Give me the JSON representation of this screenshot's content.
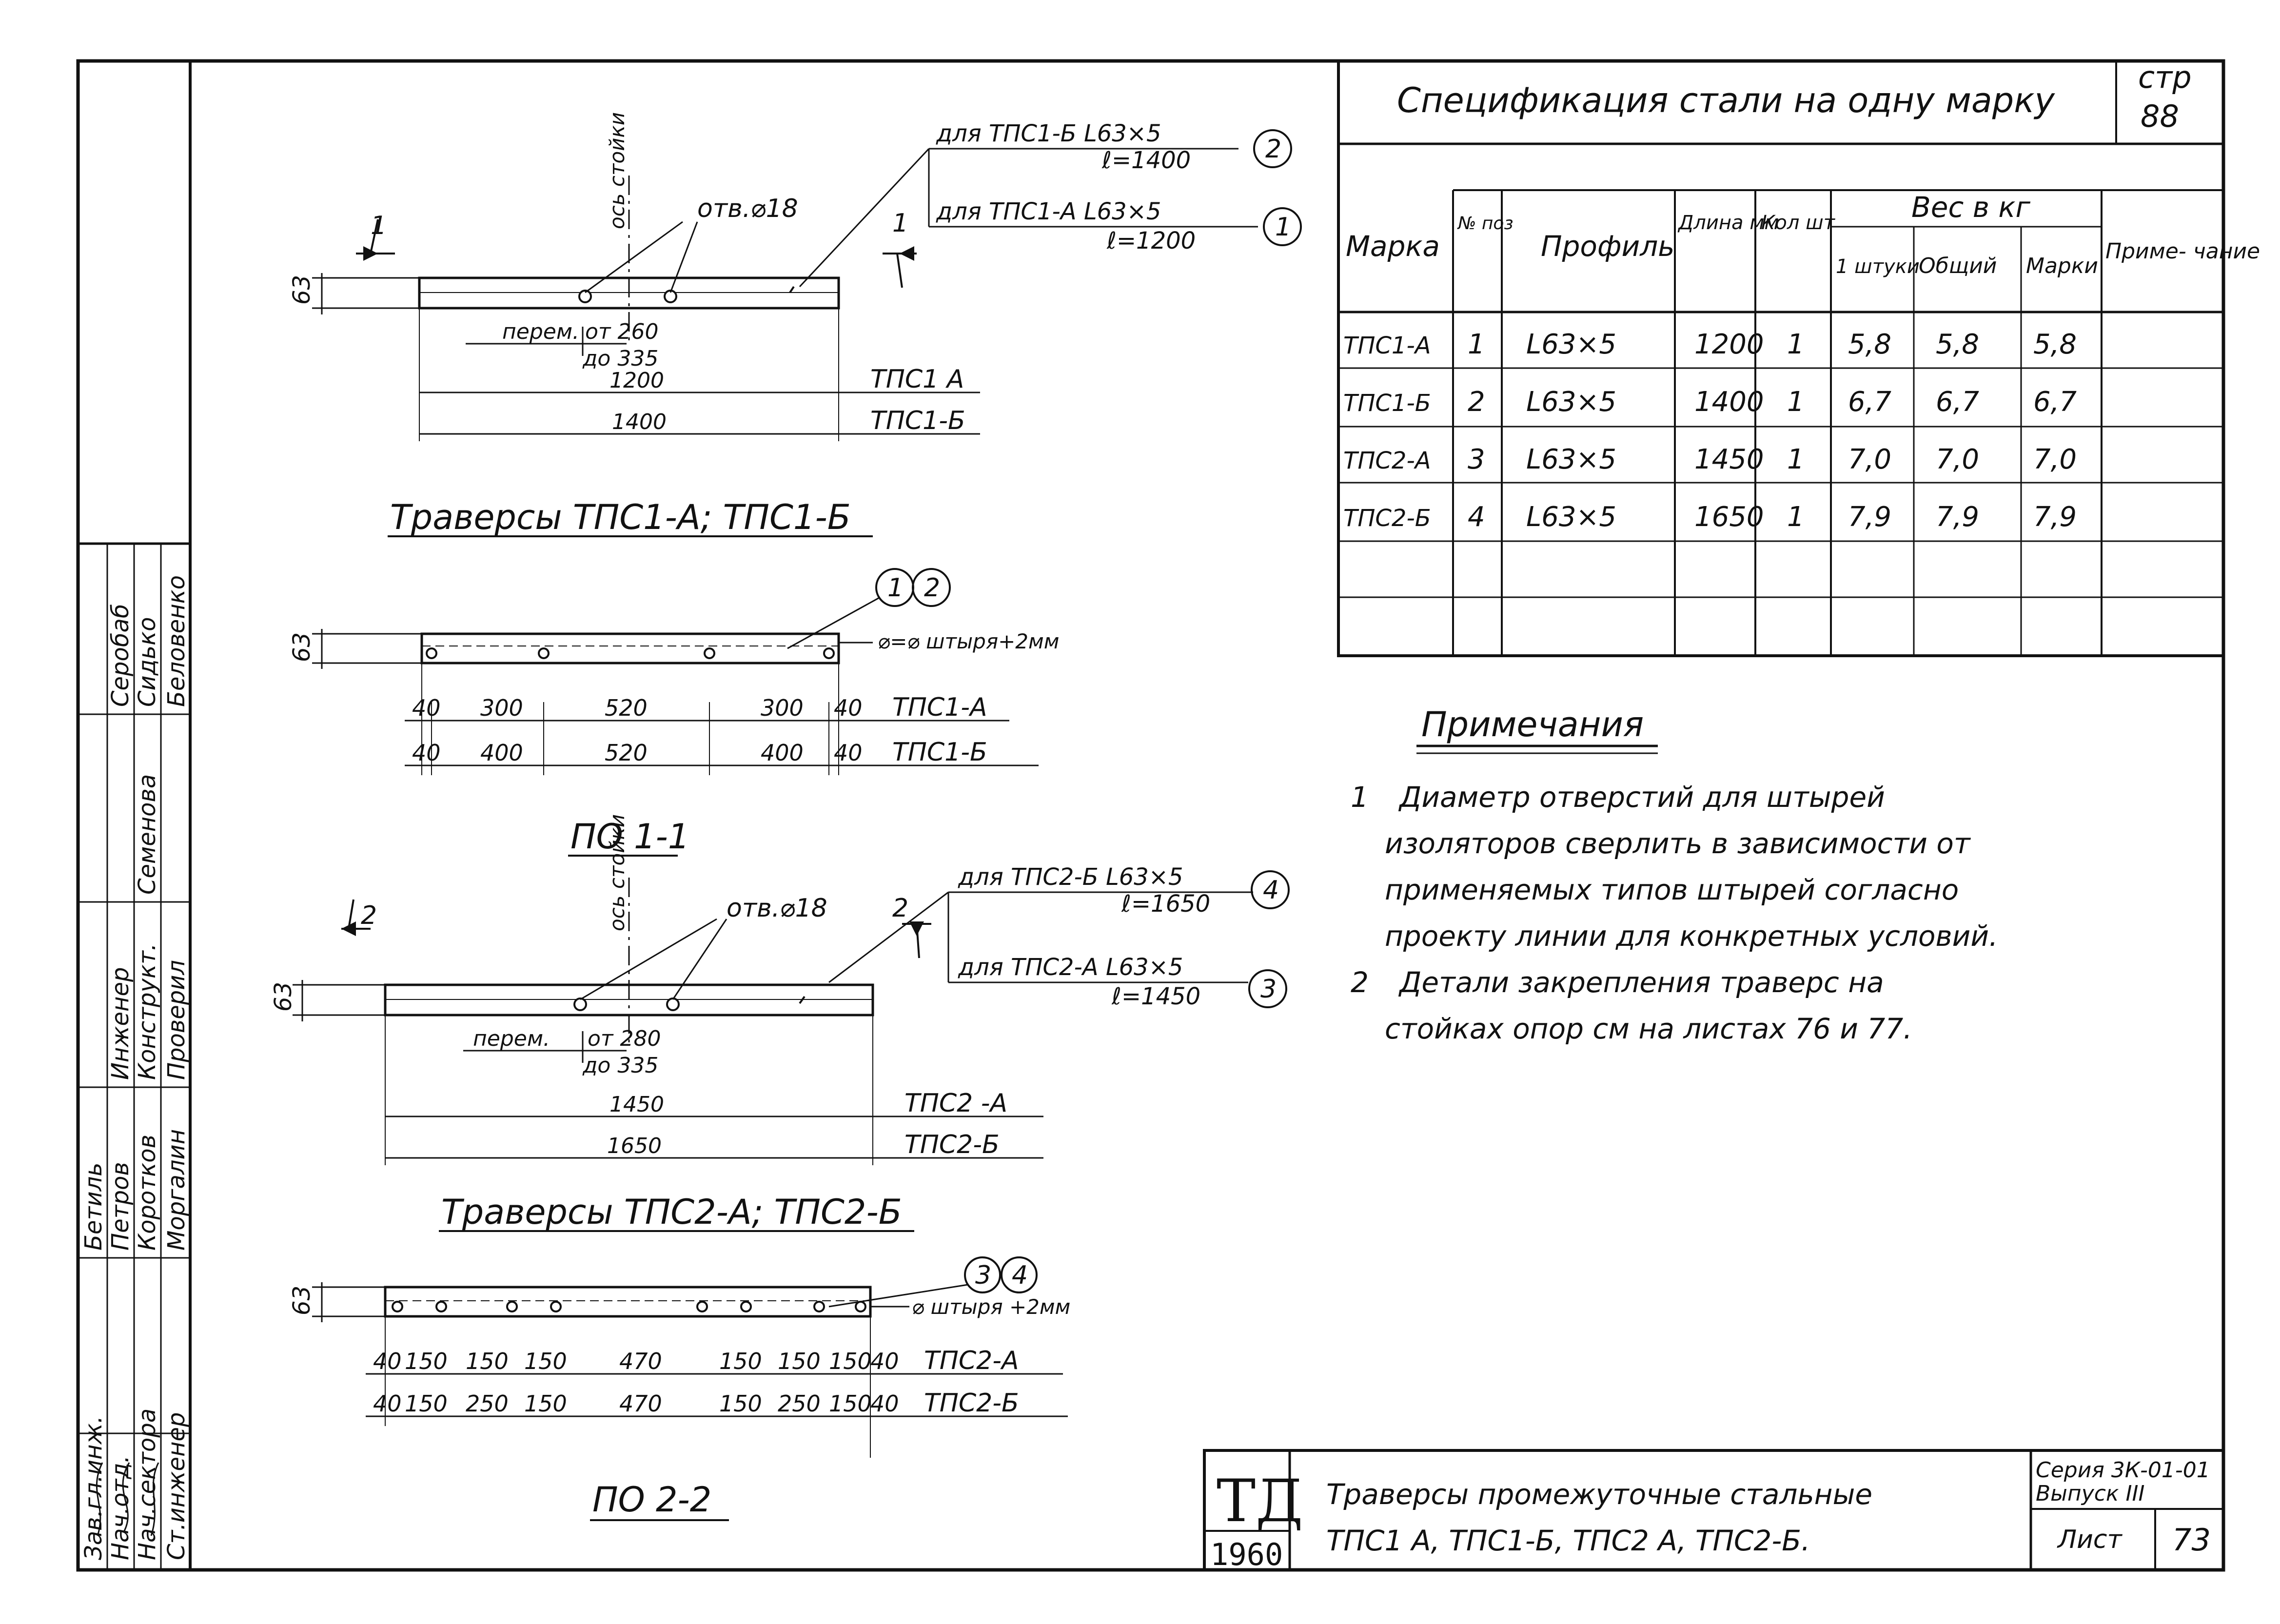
{
  "spec": {
    "title": "Спецификация стали на одну марку",
    "page_label": "стр",
    "page_number": "88",
    "headers": {
      "mark": "Марка",
      "pos": "№ поз",
      "profile": "Профиль",
      "length": "Длина мм",
      "qty": "Кол шт",
      "weight": "Вес в кг",
      "one": "1 штуки",
      "total": "Общий",
      "per_mark": "Марки",
      "note": "Приме- чание"
    },
    "rows": [
      {
        "mark": "ТПС1-А",
        "pos": "1",
        "profile": "L63×5",
        "length": "1200",
        "qty": "1",
        "one": "5,8",
        "total": "5,8",
        "per_mark": "5,8"
      },
      {
        "mark": "ТПС1-Б",
        "pos": "2",
        "profile": "L63×5",
        "length": "1400",
        "qty": "1",
        "one": "6,7",
        "total": "6,7",
        "per_mark": "6,7"
      },
      {
        "mark": "ТПС2-А",
        "pos": "3",
        "profile": "L63×5",
        "length": "1450",
        "qty": "1",
        "one": "7,0",
        "total": "7,0",
        "per_mark": "7,0"
      },
      {
        "mark": "ТПС2-Б",
        "pos": "4",
        "profile": "L63×5",
        "length": "1650",
        "qty": "1",
        "one": "7,9",
        "total": "7,9",
        "per_mark": "7,9"
      }
    ]
  },
  "notes": {
    "title": "Примечания",
    "items": [
      {
        "num": "1",
        "lines": [
          "Диаметр отверстий для штырей",
          "изоляторов сверлить в зависимости от",
          "применяемых типов штырей согласно",
          "проекту линии для конкретных условий."
        ]
      },
      {
        "num": "2",
        "lines": [
          "Детали закрепления траверс на",
          "стойках опор см на листах 76 и 77."
        ]
      }
    ]
  },
  "drawing1": {
    "callout_b": "для ТПС1-Б L63×5",
    "callout_b_len": "ℓ=1400",
    "callout_a": "для ТПС1-А L63×5",
    "callout_a_len": "ℓ=1200",
    "num_b": "2",
    "num_a": "1",
    "axis": "ось стойки",
    "hole": "отв.⌀18",
    "size_63": "63",
    "section_mark": "1",
    "shift_label": "перем.",
    "shift_from": "от 260",
    "shift_to": "до 335",
    "len_a": "1200",
    "len_b": "1400",
    "mark_a": "ТПС1 А",
    "mark_b": "ТПС1-Б",
    "caption": "Траверсы ТПС1-А; ТПС1-Б"
  },
  "plan1": {
    "circle_1": "1",
    "circle_2": "2",
    "note": "⌀=⌀ штыря+2мм",
    "size_63": "63",
    "row_a": [
      "40",
      "300",
      "520",
      "300",
      "40"
    ],
    "row_b": [
      "40",
      "400",
      "520",
      "400",
      "40"
    ],
    "mark_a": "ТПС1-А",
    "mark_b": "ТПС1-Б",
    "caption": "ПО 1-1"
  },
  "drawing2": {
    "callout_b": "для ТПС2-Б L63×5",
    "callout_b_len": "ℓ=1650",
    "callout_a": "для ТПС2-А L63×5",
    "callout_a_len": "ℓ=1450",
    "num_b": "4",
    "num_a": "3",
    "axis": "ось стойки",
    "hole": "отв.⌀18",
    "size_63": "63",
    "section_mark": "2",
    "shift_label": "перем.",
    "shift_from": "от 280",
    "shift_to": "до 335",
    "len_a": "1450",
    "len_b": "1650",
    "mark_a": "ТПС2 -А",
    "mark_b": "ТПС2-Б",
    "caption": "Траверсы ТПС2-А; ТПС2-Б"
  },
  "plan2": {
    "circle_3": "3",
    "circle_4": "4",
    "note": "⌀ штыря +2мм",
    "size_63": "63",
    "row_a": [
      "40",
      "150",
      "150",
      "150",
      "470",
      "150",
      "150",
      "150",
      "40"
    ],
    "row_b": [
      "40",
      "150",
      "250",
      "150",
      "470",
      "150",
      "250",
      "150",
      "40"
    ],
    "mark_a": "ТПС2-А",
    "mark_b": "ТПС2-Б",
    "caption": "ПО 2-2"
  },
  "titleblock": {
    "logo_top": "ТД",
    "logo_year": "1960",
    "title_line1": "Траверсы промежуточные стальные",
    "title_line2": "ТПС1 А, ТПС1-Б, ТПС2 А, ТПС2-Б.",
    "series": "Серия 3К-01-01",
    "issue": "Выпуск III",
    "sheet_label": "Лист",
    "sheet_no": "73"
  },
  "sidebar": {
    "roles": [
      "Зав.гл.инж.",
      "Нач.отд.",
      "Нач.сектора",
      "Ст.инженер",
      "Инженер",
      "Конструкт.",
      "Проверил"
    ],
    "names": [
      "Бетиль",
      "Петров",
      "Коротков",
      "Моргалин",
      "Серобаб",
      "Сидько",
      "Семенова",
      "Беловенко"
    ]
  }
}
